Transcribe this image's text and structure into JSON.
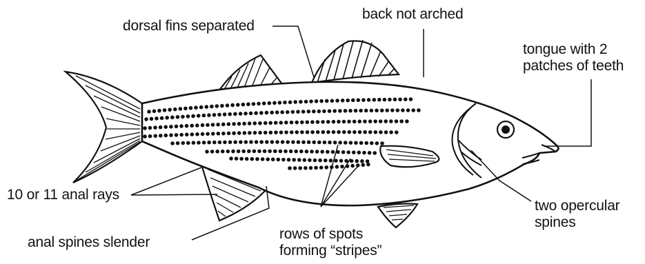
{
  "labels": {
    "dorsal_fins": "dorsal fins separated",
    "back": "back not arched",
    "tongue_line1": "tongue with 2",
    "tongue_line2": "patches of teeth",
    "anal_rays": "10 or 11 anal rays",
    "anal_spines": "anal spines slender",
    "rows_line1": "rows of spots",
    "rows_line2": "forming “stripes”",
    "opercular_line1": "two opercular",
    "opercular_line2": "spines"
  },
  "colors": {
    "ink": "#111111",
    "background": "#ffffff"
  }
}
